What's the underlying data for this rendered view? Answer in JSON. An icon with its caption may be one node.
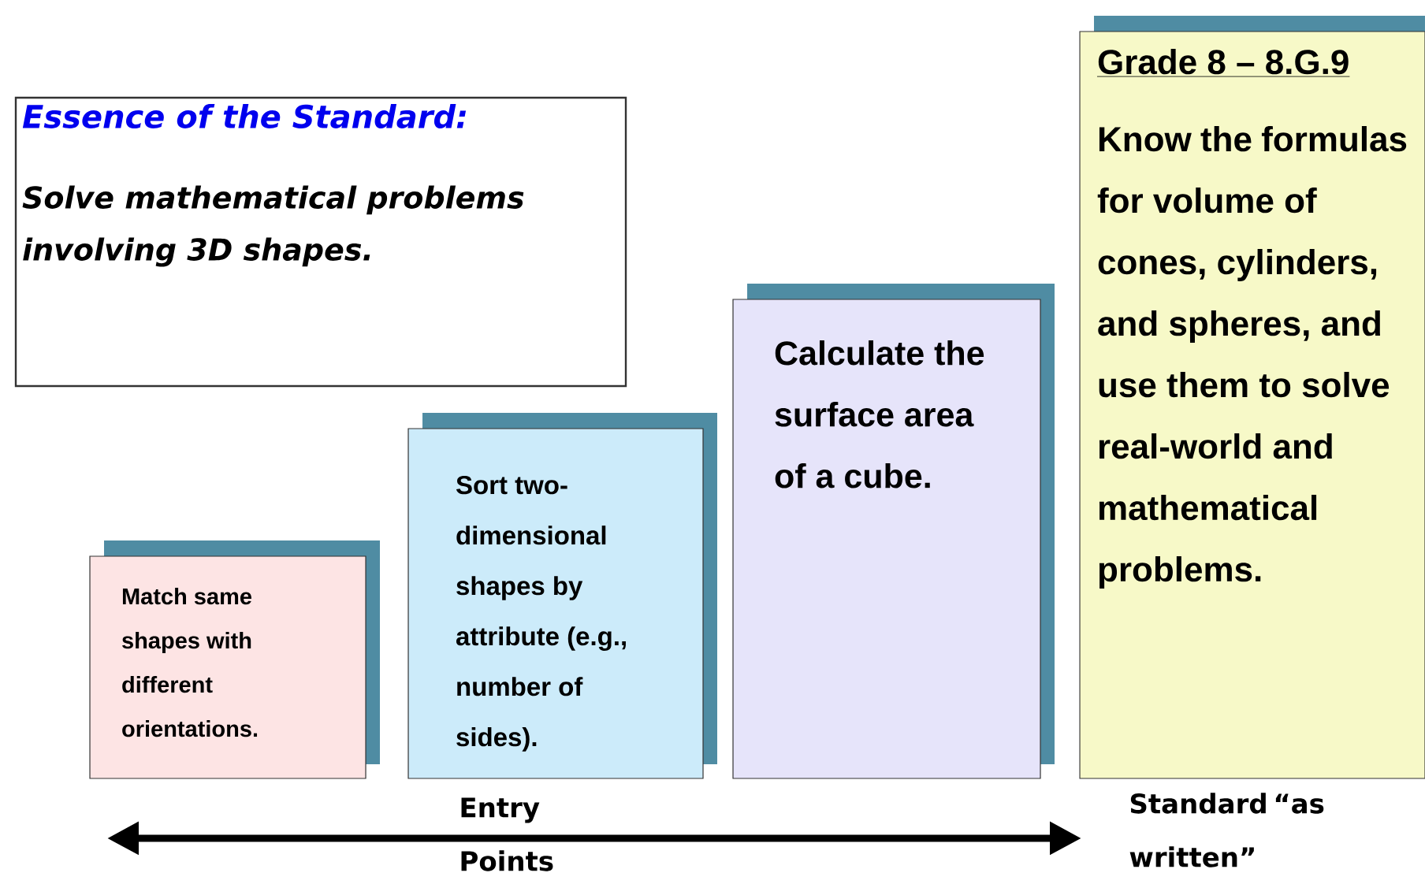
{
  "diagram": {
    "nodes": [
      {
        "text": [
          "Essence of the Standard:",
          "Solve mathematical problems involving 3D shapes."
        ]
      },
      {
        "text": [
          "Match same shapes with different orientations."
        ]
      },
      {
        "text": [
          "Sort two-dimensional shapes by attribute (e.g., number of sides)."
        ]
      },
      {
        "text": [
          "Calculate the surface area of a cube."
        ]
      },
      {
        "text": [
          "Grade 8 – 8.G.9",
          "Know the formulas for volume of cones, cylinders, and spheres, and use them to solve real-world and mathematical problems."
        ]
      }
    ],
    "labels": [
      "Entry Points",
      "Standard “as written”"
    ]
  }
}
